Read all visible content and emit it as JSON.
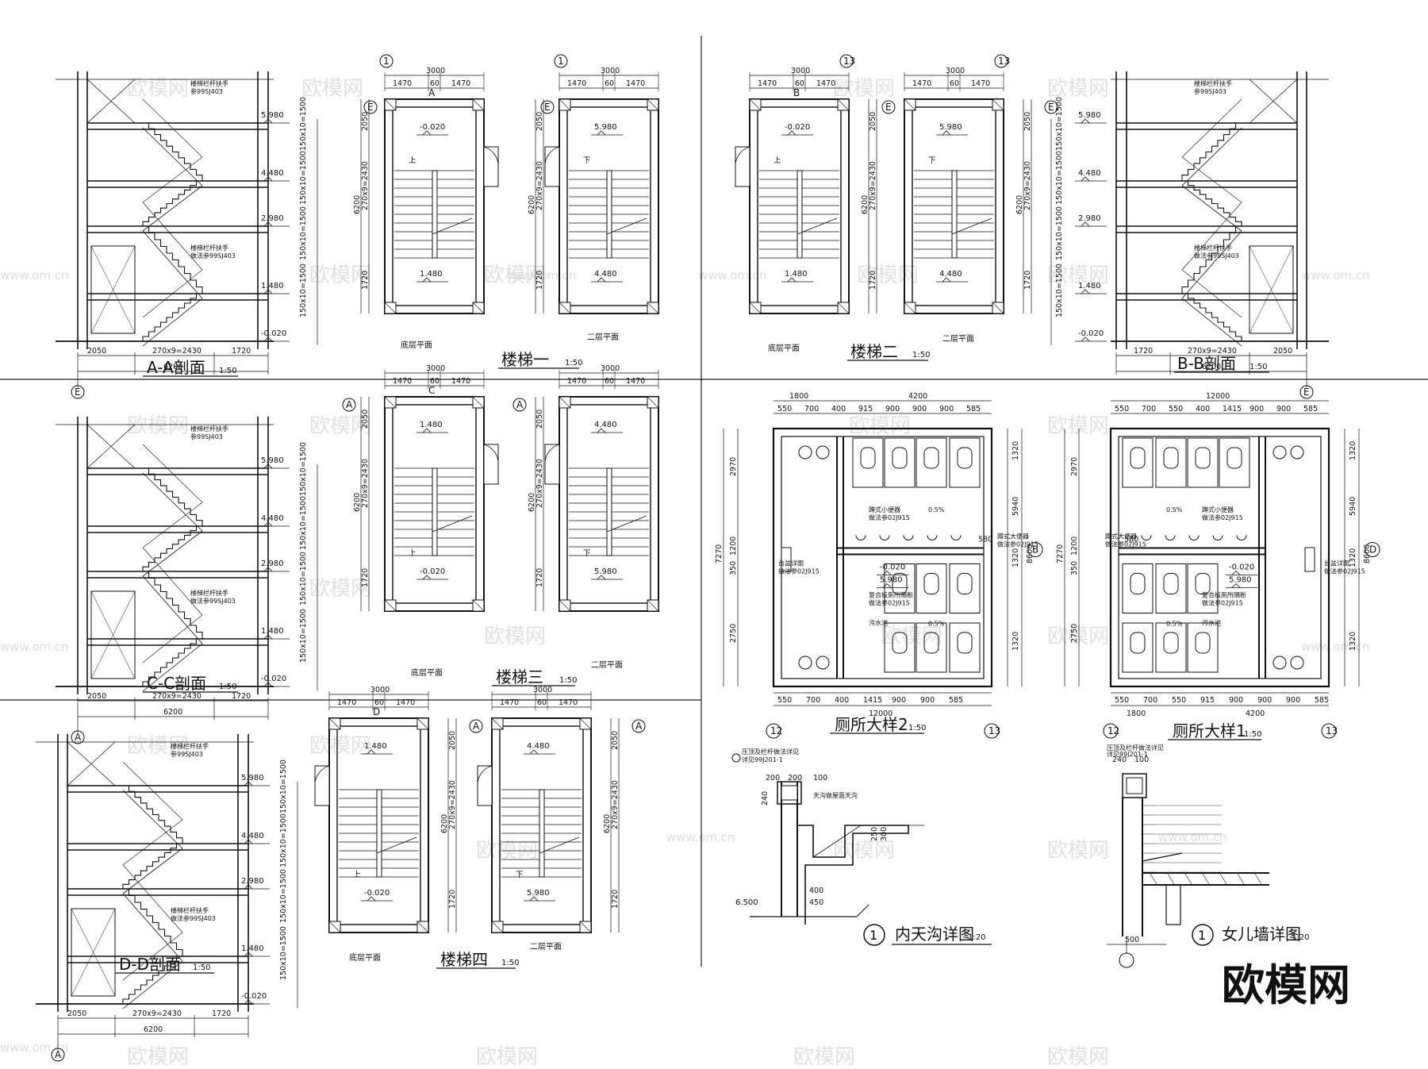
{
  "titles": {
    "sec_aa": "A-A剖面",
    "sec_bb": "B-B剖面",
    "sec_cc": "C-C剖面",
    "sec_dd": "D-D剖面",
    "stair1": "楼梯一",
    "stair2": "楼梯二",
    "stair3": "楼梯三",
    "stair4": "楼梯四",
    "floor1": "底层平面",
    "floor2": "二层平面",
    "toilet2": "厕所大样2",
    "toilet1": "厕所大样1",
    "gutter": "内天沟详图",
    "wall_detail": "女儿墙详图",
    "scale_50": "1:50",
    "scale_20": "1:20"
  },
  "dims": {
    "d3000": "3000",
    "d1470": "1470",
    "d60": "60",
    "d6200": "6200",
    "d2050": "2050",
    "d1720": "1720",
    "run": "270x9=2430",
    "riser": "150x10=1500",
    "d12000": "12000",
    "d1800": "1800",
    "d4200": "4200",
    "d550": "550",
    "d700": "700",
    "d915": "915",
    "d900": "900",
    "d585": "585",
    "d400": "400",
    "d1415": "1415",
    "d1320": "1320",
    "d2970": "2970",
    "d2750": "2750",
    "d7270": "7270",
    "d5940": "5940",
    "d8600": "8600",
    "d1200": "1200",
    "d350": "350",
    "d580": "580",
    "d240": "240",
    "d200": "200",
    "d100": "100",
    "d250": "250",
    "d300": "300",
    "d450": "450",
    "d500": "500"
  },
  "levels": {
    "l5980": "5.980",
    "l4480": "4.480",
    "l2980": "2.980",
    "l1480": "1.480",
    "lm020": "-0.020",
    "l6500": "6.500"
  },
  "axes": {
    "E": "E",
    "A": "A",
    "B": "B",
    "D": "D",
    "n1": "1",
    "n12": "12",
    "n13": "13",
    "cut_a": "A",
    "cut_b": "B",
    "cut_c": "C",
    "cut_d": "D"
  },
  "words": {
    "up": "上",
    "down": "下"
  },
  "notes": {
    "rail": "楼梯栏杆扶手",
    "rail_ref": "参99SJ403",
    "rail_ref2": "做法参99SJ403",
    "urinal": "蹲式小便器",
    "toilet_seat": "蹲式大便器",
    "ref915": "做法参02J915",
    "partition": "复合板厕所隔断",
    "sink": "污水池",
    "washstand": "台盆详图",
    "slope": "0.5%",
    "gutter_ref": "天沟做屋面天沟",
    "wall_ref": "压顶及栏杆做法详见",
    "wall_std": "详见99J201-1"
  },
  "watermarks": {
    "brand": "欧模网",
    "site": "www.om.cn",
    "site2": "om.cn"
  }
}
